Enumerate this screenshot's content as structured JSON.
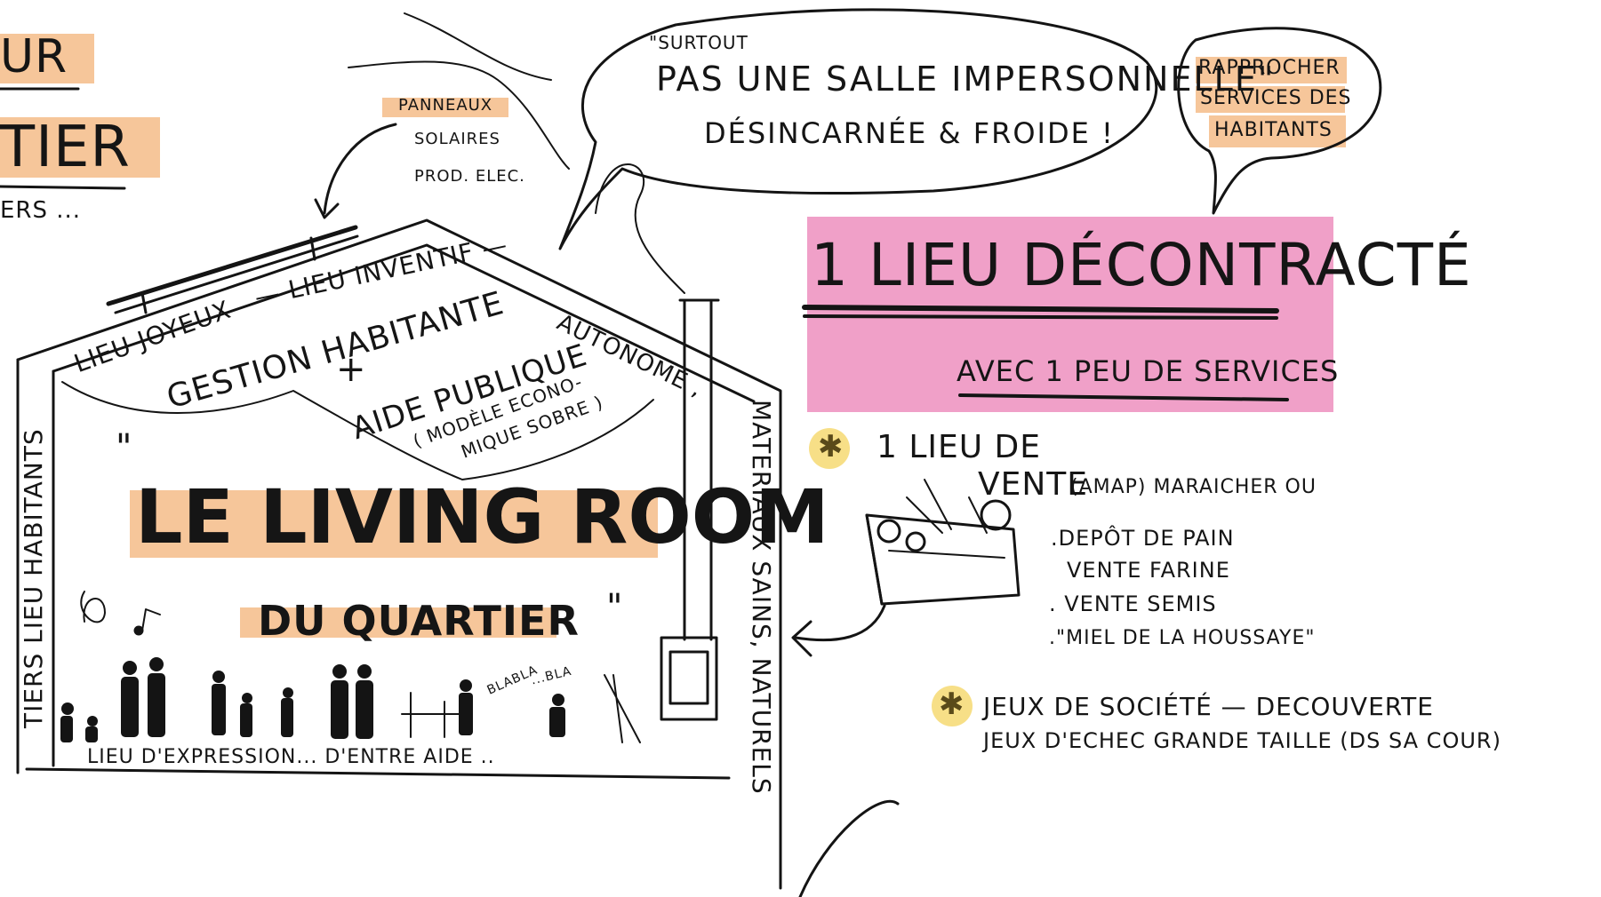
{
  "colors": {
    "orange_highlight": "#f6c69a",
    "pink_panel": "#f0a0c8",
    "yellow_dot": "#f7df87",
    "ink": "#141414"
  },
  "left_edge": {
    "line1": "UR",
    "line2": "TIER",
    "line3": "ERS ..."
  },
  "solar": {
    "l1": "PANNEAUX",
    "l2": "SOLAIRES",
    "l3": "PROD. ELEC."
  },
  "bubble_main": {
    "intro": "\"SURTOUT",
    "line1": "PAS UNE SALLE IMPERSONNELLE\"",
    "line2": "DÉSINCARNÉE & FROIDE !"
  },
  "bubble_small": {
    "l1": "RAPPROCHER",
    "l2": "SERVICES DES",
    "l3": "HABITANTS"
  },
  "house": {
    "roof_left": "LIEU JOYEUX",
    "roof_mid": "— LIEU INVENTIF —",
    "roof_right": "AUTONOME ,",
    "right_wall": "MATERIAUX SAINS, NATURELS",
    "left_wall": "TIERS LIEU HABITANTS",
    "gestion": "GESTION HABITANTE",
    "plus": "+",
    "aide": "AIDE PUBLIQUE",
    "modele1": "( MODÈLE ECONO-",
    "modele2": "MIQUE SOBRE )",
    "quote_open": "\"",
    "title": "LE LIVING ROOM",
    "subtitle": "DU QUARTIER",
    "quote_close": "\"",
    "blabla1": "BLABLA",
    "blabla2": "...BLA",
    "floor": "LIEU D'EXPRESSION... D'ENTRE AIDE .."
  },
  "pink_panel": {
    "headline": "1 LIEU DÉCONTRACTÉ",
    "sub": "AVEC 1 PEU DE SERVICES"
  },
  "vente": {
    "l1": "1 LIEU DE",
    "l2": "VENTE",
    "l2b": "(AMAP) MARAICHER OU",
    "items": [
      ".DEPÔT DE PAIN",
      "VENTE FARINE",
      ". VENTE SEMIS",
      ".\"MIEL DE LA HOUSSAYE\""
    ]
  },
  "jeux": {
    "l1": "JEUX DE SOCIÉTÉ — DECOUVERTE",
    "l2": "JEUX D'ECHEC GRANDE TAILLE (DS SA COUR)"
  }
}
